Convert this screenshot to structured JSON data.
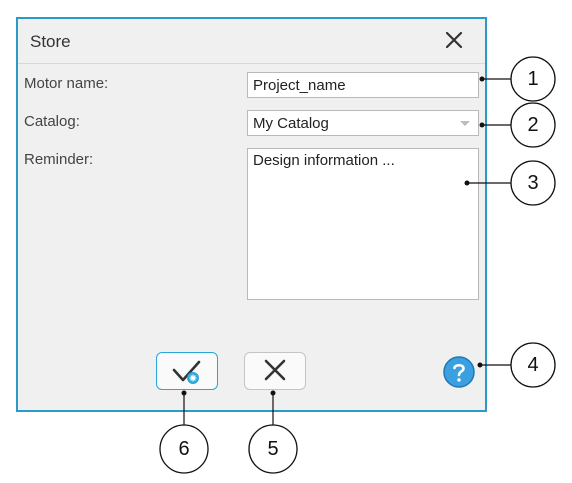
{
  "dialog": {
    "title": "Store",
    "close_icon": "close-icon",
    "motor_name": {
      "label": "Motor name:",
      "value": "Project_name"
    },
    "catalog": {
      "label": "Catalog:",
      "value": "My Catalog"
    },
    "reminder": {
      "label": "Reminder:",
      "value": "Design information ..."
    },
    "ok_icon": "check-save-icon",
    "cancel_icon": "close-icon",
    "help_icon": "help-icon"
  },
  "callouts": {
    "c1": "1",
    "c2": "2",
    "c3": "3",
    "c4": "4",
    "c5": "5",
    "c6": "6"
  },
  "colors": {
    "dialog_border": "#2a9ac8",
    "ok_border": "#28a8d8",
    "help_fill": "#3aa0df"
  }
}
